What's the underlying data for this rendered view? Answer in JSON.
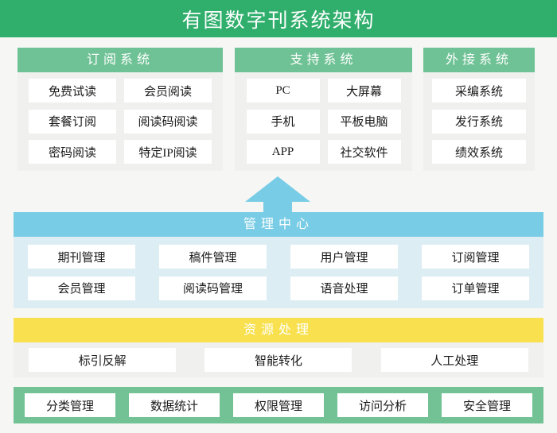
{
  "header": {
    "title": "有图数字刊系统架构",
    "background_color": "#2fae6c",
    "text_color": "#ffffff"
  },
  "colors": {
    "page_background": "#f6f7f5",
    "panel_header_green": "#6fc295",
    "panel_body_gray": "#f0f0ee",
    "management_blue": "#78cce5",
    "management_body_blue": "#dcedf3",
    "resource_yellow": "#f8e04f",
    "bottom_bar_green": "#72c295",
    "chip_background": "#ffffff",
    "chip_text": "#1a1a1a"
  },
  "panels": {
    "subscription": {
      "title": "订阅系统",
      "items": [
        "免费试读",
        "会员阅读",
        "套餐订阅",
        "阅读码阅读",
        "密码阅读",
        "特定IP阅读"
      ]
    },
    "support": {
      "title": "支持系统",
      "items": [
        "PC",
        "大屏幕",
        "手机",
        "平板电脑",
        "APP",
        "社交软件"
      ]
    },
    "external": {
      "title": "外接系统",
      "items": [
        "采编系统",
        "发行系统",
        "绩效系统"
      ]
    },
    "management": {
      "title": "管理中心",
      "items": [
        "期刊管理",
        "稿件管理",
        "用户管理",
        "订阅管理",
        "会员管理",
        "阅读码管理",
        "语音处理",
        "订单管理"
      ]
    },
    "resource": {
      "title": "资源处理",
      "items": [
        "标引反解",
        "智能转化",
        "人工处理"
      ]
    },
    "bottom": {
      "items": [
        "分类管理",
        "数据统计",
        "权限管理",
        "访问分析",
        "安全管理"
      ]
    }
  },
  "connector": {
    "arrow_icon": "arrow-up-icon",
    "color": "#78cce5",
    "direction": "up",
    "from": "管理中心",
    "to": "支持系统"
  }
}
